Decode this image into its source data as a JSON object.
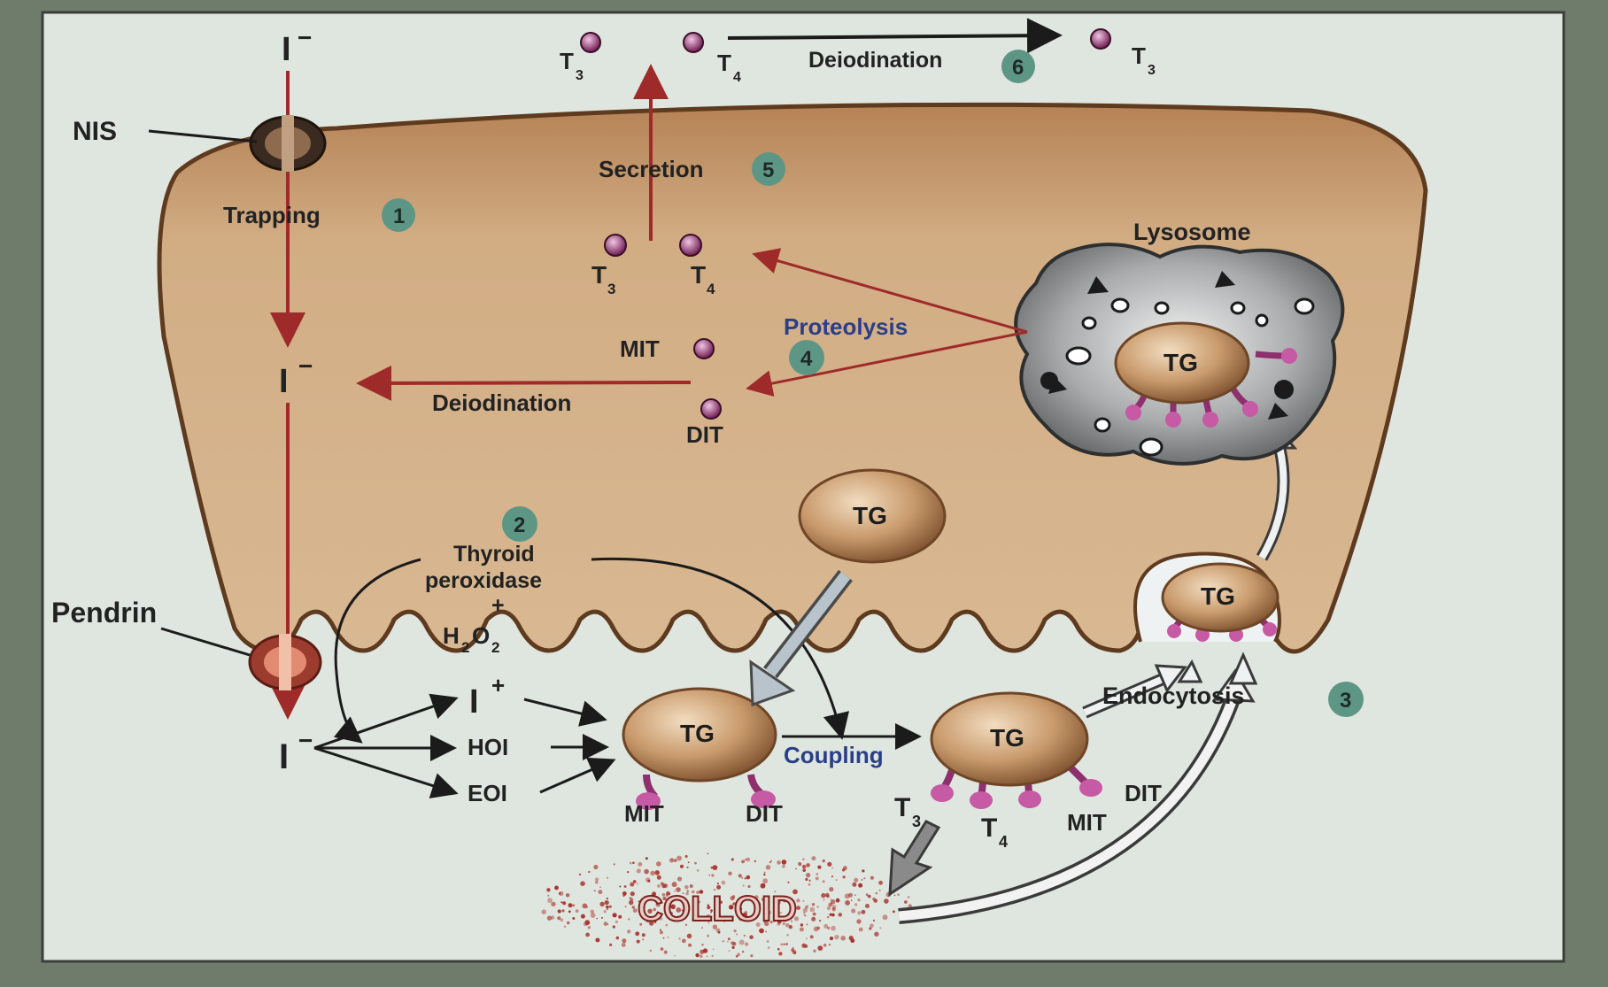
{
  "labels": {
    "iodide_top": "I",
    "iodide_mid": "I",
    "iodide_low": "I",
    "minus": "−",
    "plus": "+",
    "nis": "NIS",
    "pendrin": "Pendrin",
    "trapping": "Trapping",
    "secretion": "Secretion",
    "deiodination_top": "Deiodination",
    "deiodination_mid": "Deiodination",
    "proteolysis": "Proteolysis",
    "lysosome": "Lysosome",
    "thyroid": "Thyroid",
    "peroxidase": "peroxidase",
    "plus_sign": "+",
    "h2o2_h": "H",
    "h2o2_2a": "2",
    "h2o2_o": "O",
    "h2o2_2b": "2",
    "hoi": "HOI",
    "eoi": "EOI",
    "coupling": "Coupling",
    "endocytosis": "Endocytosis",
    "colloid": "COLLOID",
    "t": "T",
    "sub3": "3",
    "sub4": "4",
    "mit": "MIT",
    "dit": "DIT",
    "tg": "TG"
  },
  "steps": {
    "trapping": "1",
    "tpo": "2",
    "endocytosis": "3",
    "proteolysis": "4",
    "secretion": "5",
    "deiodination": "6"
  },
  "colors": {
    "background": "#6f7c6c",
    "page": "#dfe6df",
    "cell": "#c89c6e",
    "cell_outline": "#5e3a1e",
    "arrow_red": "#9e2a2a",
    "tg_body": "#b58458",
    "tyrosine_stalk": "#8e2f6e",
    "step_badge": "#5e9686",
    "lysosome": "#7c7f80",
    "colloid_dots": "#a8322a"
  }
}
